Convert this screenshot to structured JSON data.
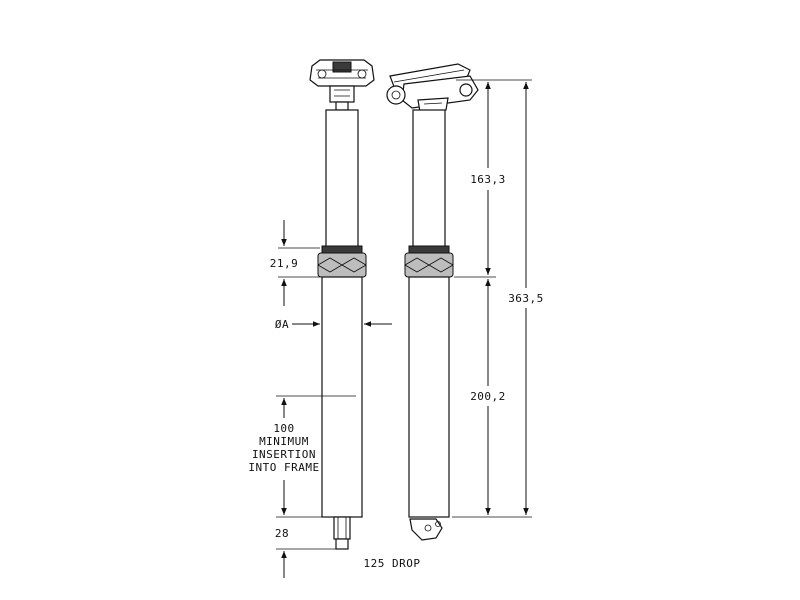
{
  "dimensions": {
    "upper_length": "163,3",
    "total_length": "363,5",
    "lower_length": "200,2",
    "collar_height": "21,9",
    "diameter_label": "ØA",
    "insertion_lines": [
      "100",
      "MINIMUM",
      "INSERTION",
      "INTO FRAME"
    ],
    "bottom_length": "28",
    "drop_label": "125 DROP"
  },
  "colors": {
    "line": "#111111",
    "collar": "#bdbdbd",
    "background": "#ffffff"
  }
}
